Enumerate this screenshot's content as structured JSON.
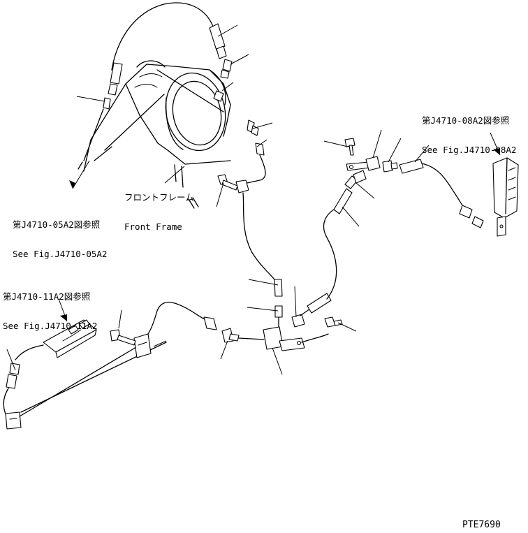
{
  "references": {
    "fig_05": {
      "jp": "第J4710-05A2図参照",
      "en": "See Fig.J4710-05A2"
    },
    "fig_08": {
      "jp": "第J4710-08A2図参照",
      "en": "See Fig.J4710-08A2"
    },
    "fig_11": {
      "jp": "第J4710-11A2図参照",
      "en": "See Fig.J4710-11A2"
    }
  },
  "frame_label": {
    "jp": "フロントフレーム",
    "en": "Front Frame"
  },
  "drawing_code": "PTE7690",
  "colors": {
    "ink": "#000000",
    "paper": "#ffffff"
  }
}
